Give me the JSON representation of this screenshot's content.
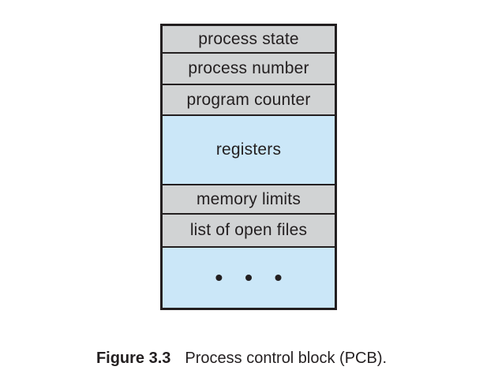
{
  "figure": {
    "caption_label": "Figure 3.3",
    "caption_text": "Process control block (PCB)."
  },
  "pcb": {
    "rows": [
      {
        "label": "process state",
        "fill": "gray"
      },
      {
        "label": "process number",
        "fill": "gray"
      },
      {
        "label": "program counter",
        "fill": "gray"
      },
      {
        "label": "registers",
        "fill": "blue"
      },
      {
        "label": "memory limits",
        "fill": "gray"
      },
      {
        "label": "list of open files",
        "fill": "gray"
      },
      {
        "label": "• • •",
        "fill": "blue"
      }
    ]
  },
  "colors": {
    "gray_fill": "#d1d3d4",
    "blue_fill": "#cbe7f8",
    "border": "#231f20",
    "text": "#231f20",
    "background": "#ffffff"
  }
}
